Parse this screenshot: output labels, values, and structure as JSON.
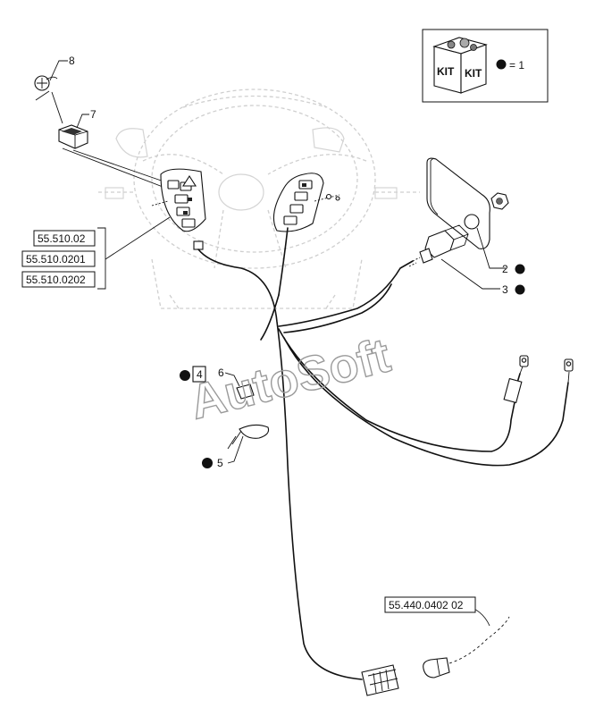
{
  "kit_box": {
    "kit_label_left": "KIT",
    "kit_label_right": "KIT",
    "legend": "= 1"
  },
  "callouts": {
    "c2": "2",
    "c3": "3",
    "c4": "4",
    "c5": "5",
    "c6": "6",
    "c7": "7",
    "c8": "8"
  },
  "references": {
    "ref_a": "55.510.02",
    "ref_b": "55.510.0201",
    "ref_c": "55.510.0202",
    "ref_d": "55.440.0402 02"
  },
  "watermark": "AutoSoft",
  "colors": {
    "line": "#111111",
    "ghost": "#cfcfcf",
    "watermark": "#9a9a9a"
  }
}
